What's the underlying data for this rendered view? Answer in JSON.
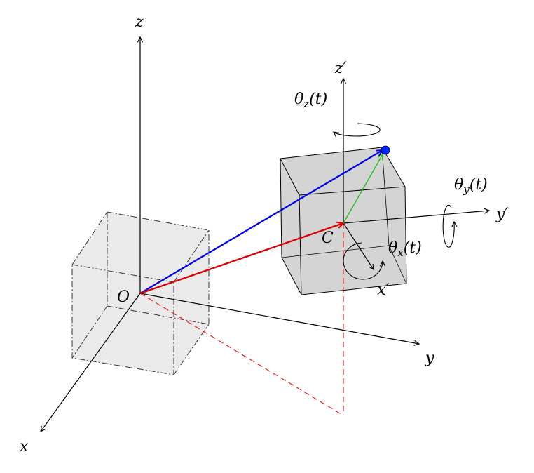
{
  "labels": {
    "axis_z": "z",
    "axis_y": "y",
    "axis_x": "x",
    "axis_z_prime": "z′",
    "axis_y_prime": "y′",
    "axis_x_prime": "x′",
    "origin": "O",
    "center": "C",
    "theta_z": {
      "main": "θ",
      "sub": "z",
      "arg": "(t)"
    },
    "theta_y": {
      "main": "θ",
      "sub": "y",
      "arg": "(t)"
    },
    "theta_x": {
      "main": "θ",
      "sub": "x",
      "arg": "(t)"
    }
  },
  "colors": {
    "axis": "#000000",
    "position_vector_blue": "#0000ee",
    "position_vector_red": "#dd0000",
    "offset_vector_green": "#22bb22",
    "projection_dashed": "#ee2222",
    "cube_fill_left": "#e6e6e6",
    "cube_fill_right": "#cfcfcf",
    "point_marker": "#0022ff"
  }
}
